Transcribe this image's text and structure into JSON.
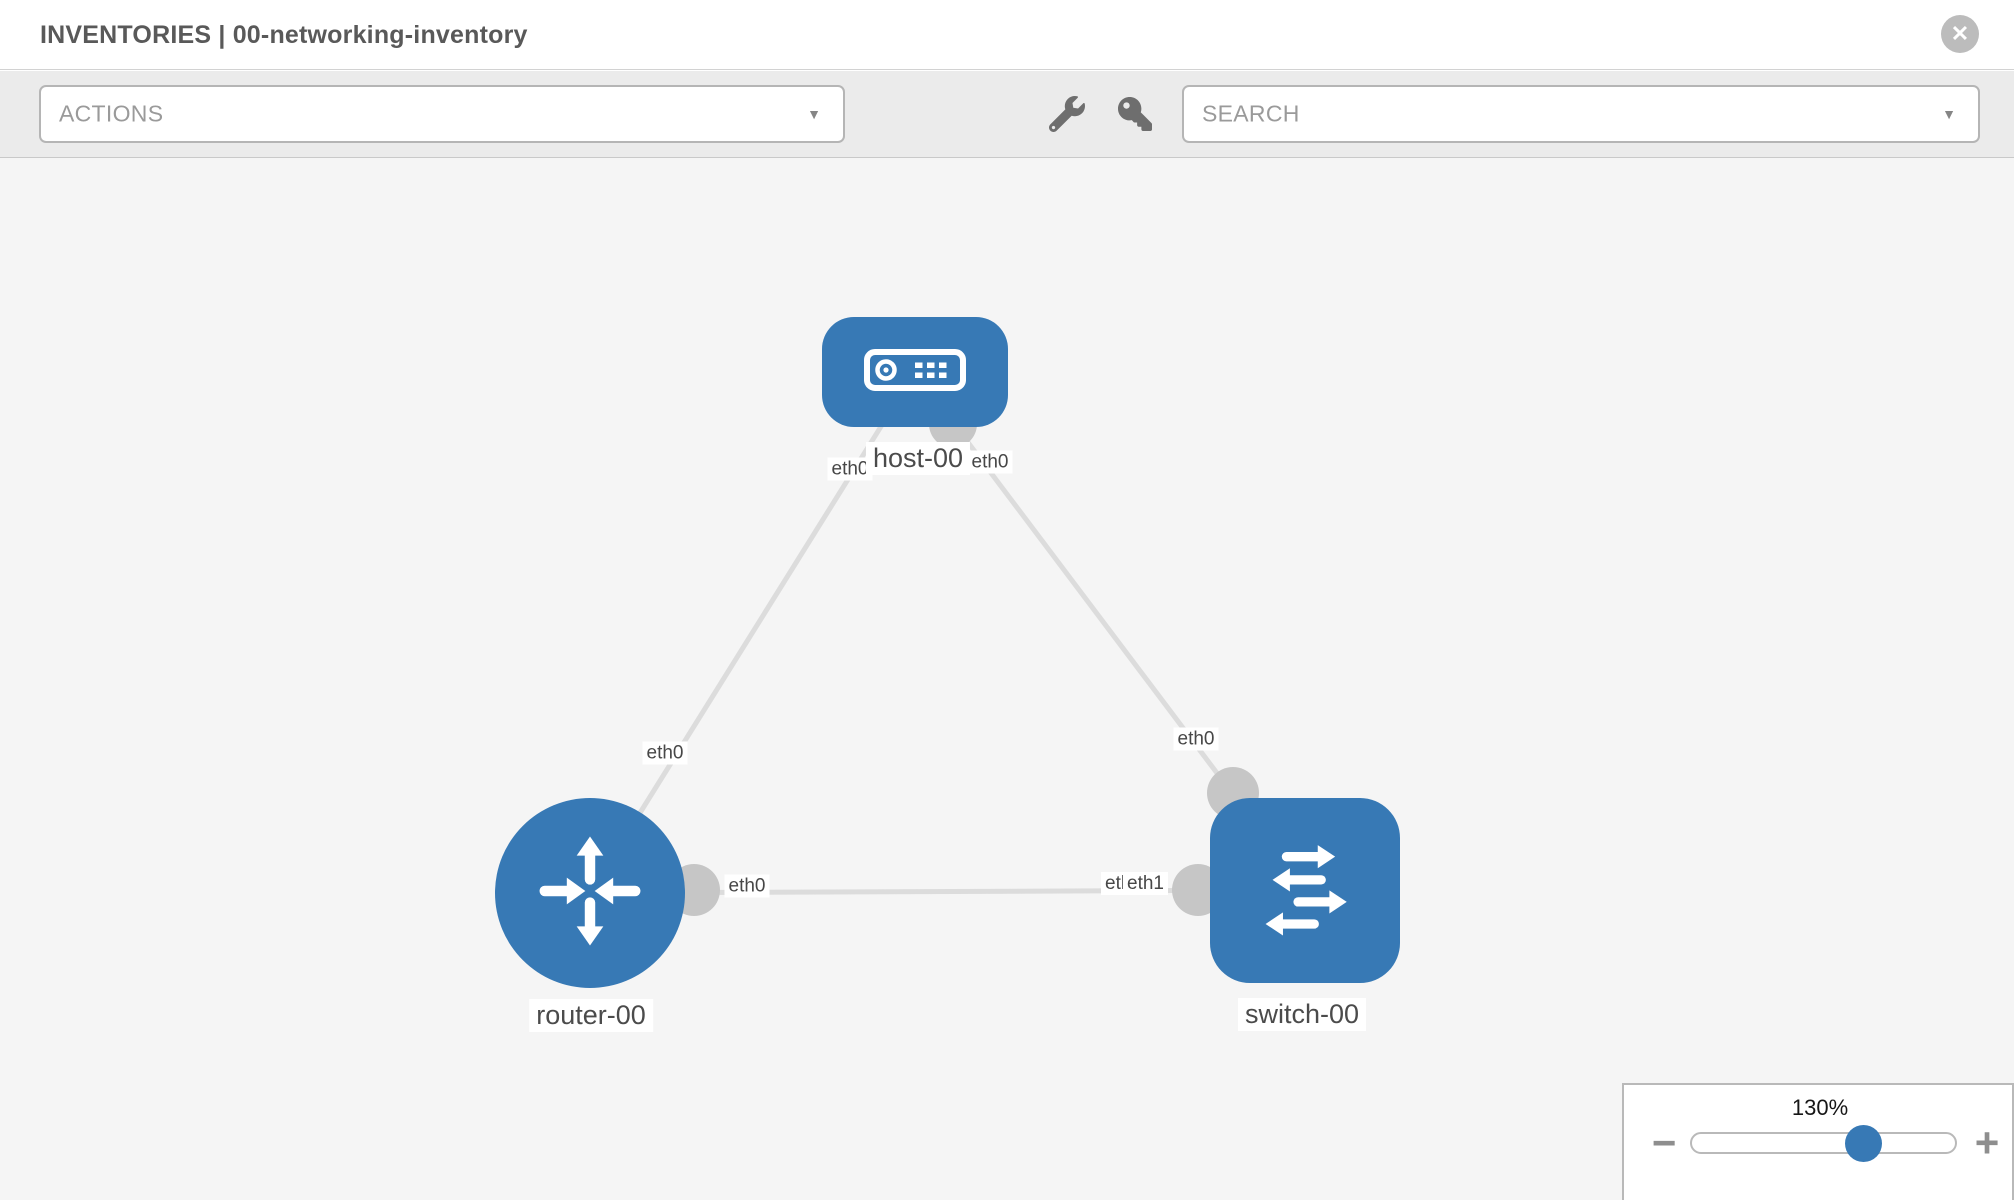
{
  "header": {
    "title": "INVENTORIES | 00-networking-inventory",
    "close_icon": "✕"
  },
  "toolbar": {
    "actions_label": "ACTIONS",
    "search_label": "SEARCH",
    "caret_icon": "▼"
  },
  "topology": {
    "nodes": [
      {
        "id": "host-00",
        "type": "host",
        "label": "host-00"
      },
      {
        "id": "router-00",
        "type": "router",
        "label": "router-00"
      },
      {
        "id": "switch-00",
        "type": "switch",
        "label": "switch-00"
      }
    ],
    "links": [
      {
        "from": "host-00",
        "to": "router-00",
        "labels": [
          "eth0",
          "eth0"
        ]
      },
      {
        "from": "host-00",
        "to": "switch-00",
        "labels": [
          "eth0",
          "eth0"
        ]
      },
      {
        "from": "router-00",
        "to": "switch-00",
        "labels": [
          "eth0",
          "eth0",
          "eth1"
        ]
      }
    ]
  },
  "zoom_control": {
    "level": "130%",
    "zoom_out_icon": "−",
    "zoom_in_icon": "+"
  },
  "colors": {
    "node_blue": "#3779b5",
    "link_gray": "#dcdcdc",
    "connector_gray": "#c6c6c6"
  }
}
